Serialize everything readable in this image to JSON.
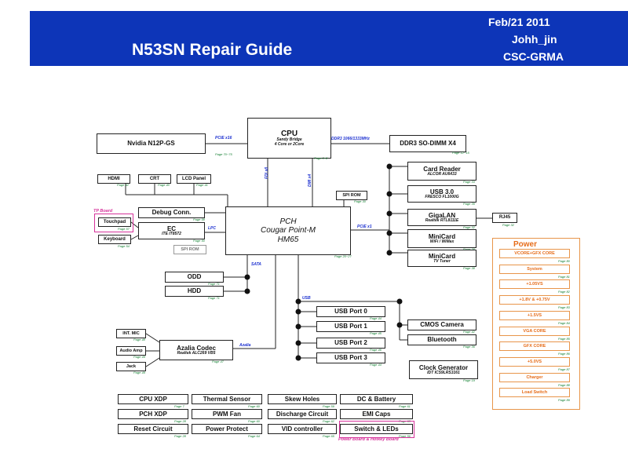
{
  "header": {
    "title": "N53SN Repair Guide",
    "date": "Feb/21 2011",
    "author": "Johh_jin",
    "dept": "CSC-GRMA"
  },
  "blocks": {
    "cpu": {
      "label": "CPU",
      "sub1": "Sandy Bridge",
      "sub2": "4 Core or 2Core",
      "page": "Page 3~8"
    },
    "nvidia": {
      "label": "Nvidia N12P-GS",
      "page": "Page 70~75"
    },
    "ddr3": {
      "label": "DDR3 SO-DIMM X4",
      "page": "Page 12~15"
    },
    "pch": {
      "label": "PCH",
      "sub1": "Cougar Point-M",
      "sub2": "HM65",
      "page": "Page 20~27"
    },
    "hdmi": {
      "label": "HDMI",
      "page": "Page 42"
    },
    "crt": {
      "label": "CRT",
      "page": "Page 40"
    },
    "lcd": {
      "label": "LCD Panel",
      "page": "Page 41"
    },
    "spi_rom_top": {
      "label": "SPI ROM",
      "page": "Page 30"
    },
    "debug": {
      "label": "Debug Conn.",
      "page": "Page 58"
    },
    "touchpad": {
      "label": "Touchpad",
      "page": "Page 57"
    },
    "ec": {
      "label": "EC",
      "sub1": "ITE IT8572",
      "page": "Page 50"
    },
    "keyboard": {
      "label": "Keyboard",
      "page": "Page 54"
    },
    "spi_rom_ec": {
      "label": "SPI ROM"
    },
    "odd": {
      "label": "ODD",
      "page": "Page 71"
    },
    "hdd": {
      "label": "HDD",
      "page": "Page 71"
    },
    "card_reader": {
      "label": "Card Reader",
      "sub1": "ALCOR AU6433",
      "page": "Page 33"
    },
    "usb3": {
      "label": "USB 3.0",
      "sub1": "FRESCO FL1000G",
      "page": "Page 35"
    },
    "gigalan": {
      "label": "GigaLAN",
      "sub1": "Realtek RTL8111E",
      "page": "Page 32"
    },
    "rj45": {
      "label": "RJ45",
      "page": "Page 32"
    },
    "minicard1": {
      "label": "MiniCard",
      "sub1": "WiFi / WiMax",
      "page": "Page 38"
    },
    "minicard2": {
      "label": "MiniCard",
      "sub1": "TV Tuner",
      "page": "Page 38"
    },
    "usb_p0": {
      "label": "USB Port 0",
      "page": "Page 44"
    },
    "usb_p1": {
      "label": "USB Port 1",
      "page": "Page 45"
    },
    "usb_p2": {
      "label": "USB Port 2",
      "page": "Page 46"
    },
    "usb_p3": {
      "label": "USB Port 3",
      "page": "Page 44"
    },
    "cmos": {
      "label": "CMOS Camera",
      "page": "Page 42"
    },
    "bluetooth": {
      "label": "Bluetooth",
      "page": "Page 36"
    },
    "clockgen": {
      "label": "Clock Generator",
      "sub1": "IDT ICS9LRS3161",
      "page": "Page 19"
    },
    "int_mic": {
      "label": "INT. MIC",
      "page": "Page 48"
    },
    "audio_amp": {
      "label": "Audio Amp",
      "page": "Page 49"
    },
    "jack": {
      "label": "Jack",
      "page": "Page 49"
    },
    "azalia": {
      "label": "Azalia Codec",
      "sub1": "Realtek ALC269 VB5",
      "page": "Page 47"
    }
  },
  "buses": {
    "pcie16": "PCIE x16",
    "ddr3": "DDR3 1066/1333MHz",
    "fdi": "FDI x8",
    "dmi": "DMI x4",
    "pcie1": "PCIE x1",
    "lpc": "LPC",
    "sata": "SATA",
    "usb": "USB",
    "azalia": "Azalia"
  },
  "annotations": {
    "tp_board": "TP Board",
    "power_board": "Power Board & Hotkey Board"
  },
  "power": {
    "title": "Power",
    "items": [
      {
        "label": "VCORE+GFX CORE",
        "page": "Page 80"
      },
      {
        "label": "System",
        "page": "Page 81"
      },
      {
        "label": "+1.05VS",
        "page": "Page 82"
      },
      {
        "label": "+1.8V & +0.75V",
        "page": "Page 83"
      },
      {
        "label": "+1.5VS",
        "page": "Page 84"
      },
      {
        "label": "VGA CORE",
        "page": "Page 85"
      },
      {
        "label": "GFX CORE",
        "page": "Page 86"
      },
      {
        "label": "+5.0VS",
        "page": "Page 87"
      },
      {
        "label": "Charger",
        "page": "Page 88"
      },
      {
        "label": "Load Switch",
        "page": "Page 89"
      }
    ]
  },
  "bottom": [
    {
      "label": "CPU XDP",
      "page": "Page 7"
    },
    {
      "label": "Thermal Sensor",
      "page": "Page 60"
    },
    {
      "label": "Skew Holes",
      "page": "Page 59"
    },
    {
      "label": "DC & Battery",
      "page": "Page 61"
    },
    {
      "label": "PCH XDP",
      "page": "Page 28"
    },
    {
      "label": "PWM Fan",
      "page": "Page 60"
    },
    {
      "label": "Discharge Circuit",
      "page": "Page 62"
    },
    {
      "label": "EMI Caps",
      "page": "Page 63"
    },
    {
      "label": "Reset Circuit",
      "page": "Page 28"
    },
    {
      "label": "Power Protect",
      "page": "Page 64"
    },
    {
      "label": "VID controller",
      "page": "Page 65"
    },
    {
      "label": "Switch & LEDs",
      "page": "Page 56"
    }
  ],
  "colors": {
    "banner": "#0d35b8",
    "bus_label": "#1b2fd0",
    "page_ref": "#0a7a2a",
    "highlight": "#d6339b",
    "power": "#e8954a"
  }
}
